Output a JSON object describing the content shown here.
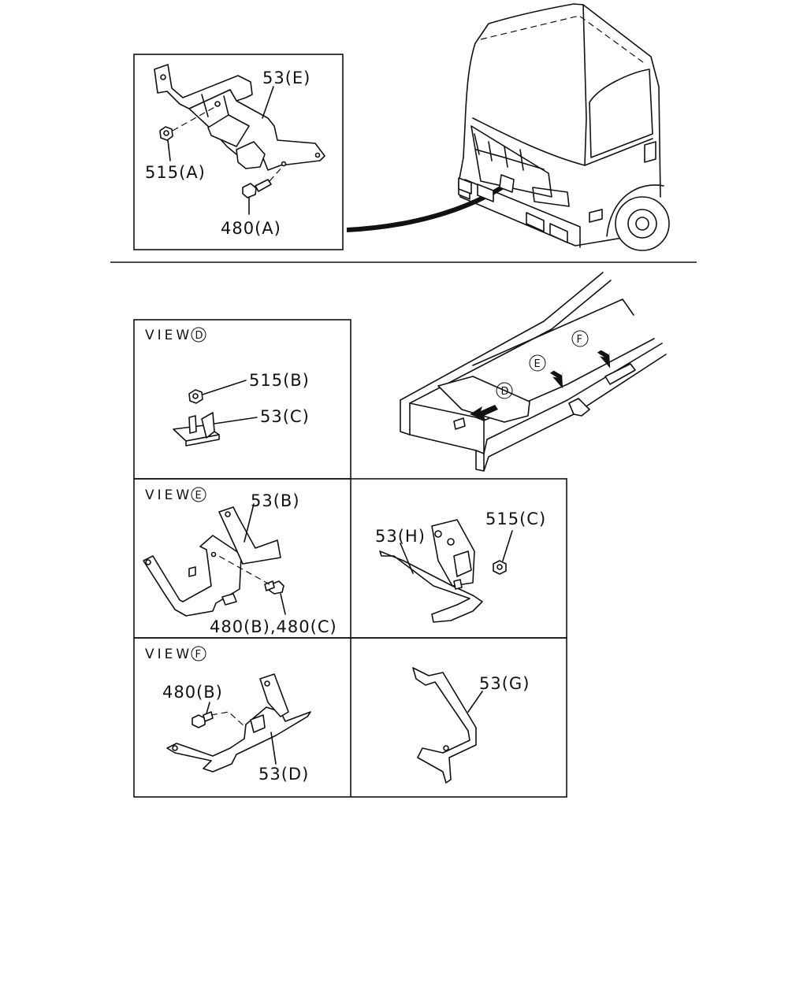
{
  "callouts": {
    "part_53e": "53(E)",
    "part_515a": "515(A)",
    "part_480a": "480(A)",
    "part_515b": "515(B)",
    "part_53c": "53(C)",
    "part_53b": "53(B)",
    "part_480bc": "480(B),480(C)",
    "part_515c": "515(C)",
    "part_53h": "53(H)",
    "part_480b": "480(B)",
    "part_53d": "53(D)",
    "part_53g": "53(G)"
  },
  "views": {
    "view_d": "VIEW",
    "view_e": "VIEW",
    "view_f": "VIEW",
    "letter_d": "D",
    "letter_e": "E",
    "letter_f": "F"
  },
  "frame_markers": {
    "d": "D",
    "e": "E",
    "f": "F"
  }
}
